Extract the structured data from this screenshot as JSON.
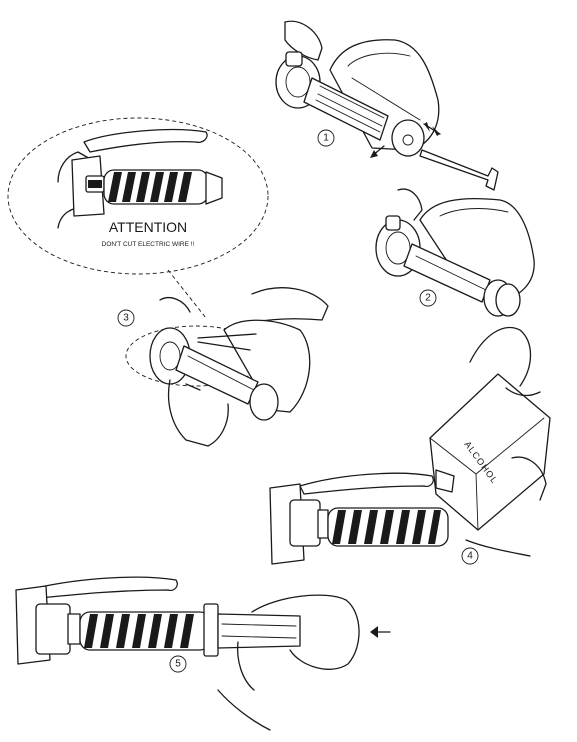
{
  "steps": [
    {
      "number": "1"
    },
    {
      "number": "2"
    },
    {
      "number": "3"
    },
    {
      "number": "4"
    },
    {
      "number": "5"
    }
  ],
  "callout": {
    "title": "ATTENTION",
    "subtitle": "DON'T CUT ELECTRIC WIRE !!"
  },
  "bottle": {
    "label": "ALCOHOL"
  },
  "colors": {
    "ink": "#1a1a1a",
    "background": "#ffffff"
  }
}
